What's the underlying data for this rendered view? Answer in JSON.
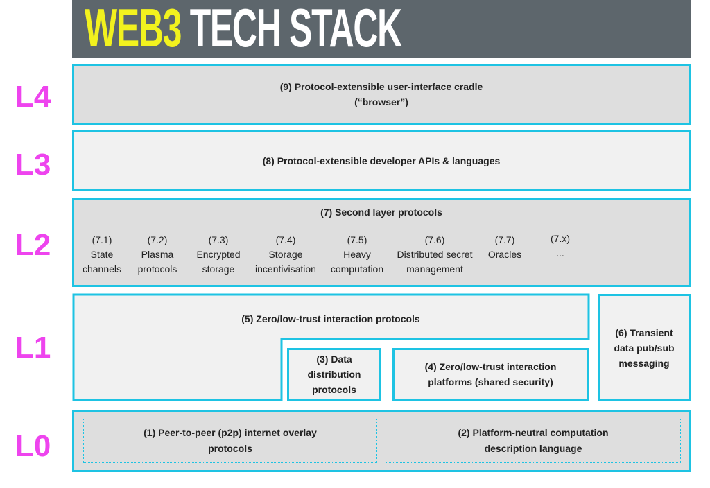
{
  "title": {
    "highlight": "WEB3",
    "rest": " TECH STACK"
  },
  "layers": [
    {
      "id": "L4",
      "label": "L4"
    },
    {
      "id": "L3",
      "label": "L3"
    },
    {
      "id": "L2",
      "label": "L2"
    },
    {
      "id": "L1",
      "label": "L1"
    },
    {
      "id": "L0",
      "label": "L0"
    }
  ],
  "l4": {
    "line1": "(9) Protocol-extensible user-interface cradle",
    "line2": "(“browser”)"
  },
  "l3": {
    "text": "(8) Protocol-extensible developer APIs & languages"
  },
  "l2": {
    "title": "(7) Second layer protocols",
    "items": [
      {
        "num": "(7.1)",
        "line1": "State",
        "line2": "channels"
      },
      {
        "num": "(7.2)",
        "line1": "Plasma",
        "line2": "protocols"
      },
      {
        "num": "(7.3)",
        "line1": "Encrypted",
        "line2": "storage"
      },
      {
        "num": "(7.4)",
        "line1": "Storage",
        "line2": "incentivisation"
      },
      {
        "num": "(7.5)",
        "line1": "Heavy",
        "line2": "computation"
      },
      {
        "num": "(7.6)",
        "line1": "Distributed secret",
        "line2": "management"
      },
      {
        "num": "(7.7)",
        "line1": "Oracles",
        "line2": ""
      },
      {
        "num": "(7.x)",
        "line1": "...",
        "line2": ""
      }
    ]
  },
  "l1": {
    "main": "(5) Zero/low-trust interaction protocols",
    "data_dist": {
      "line1": "(3) Data",
      "line2": "distribution",
      "line3": "protocols"
    },
    "platforms": {
      "line1": "(4) Zero/low-trust interaction",
      "line2": "platforms (shared security)"
    },
    "transient": {
      "line1": "(6) Transient",
      "line2": "data pub/sub",
      "line3": "messaging"
    }
  },
  "l0": {
    "p2p": {
      "line1": "(1) Peer-to-peer (p2p) internet overlay",
      "line2": "protocols"
    },
    "computation": {
      "line1": "(2) Platform-neutral computation",
      "line2": "description language"
    }
  }
}
